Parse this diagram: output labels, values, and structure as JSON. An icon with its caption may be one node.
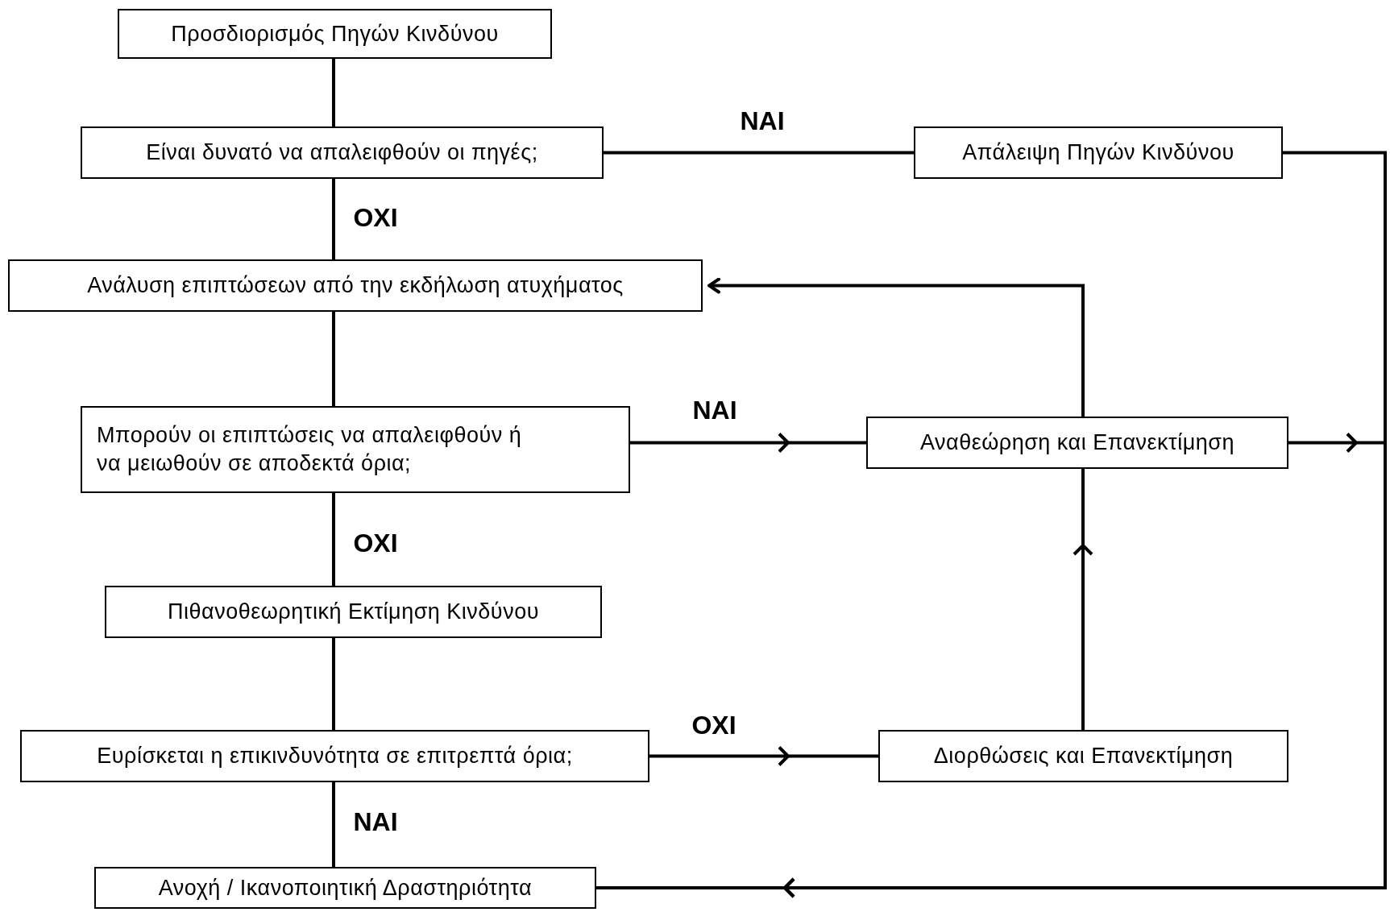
{
  "diagram": {
    "nodes": [
      {
        "text": [
          "Προσδιορισμός Πηγών Κινδύνου"
        ]
      },
      {
        "text": [
          "Είναι δυνατό να απαλειφθούν οι πηγές;"
        ]
      },
      {
        "text": [
          "Απάλειψη Πηγών Κινδύνου"
        ]
      },
      {
        "text": [
          "Ανάλυση επιπτώσεων από την εκδήλωση ατυχήματος"
        ]
      },
      {
        "text": [
          "Μπορούν οι επιπτώσεις να απαλειφθούν ή να μειωθούν σε αποδεκτά όρια;"
        ]
      },
      {
        "text": [
          "Αναθεώρηση και Επανεκτίμηση"
        ]
      },
      {
        "text": [
          "Πιθανοθεωρητική Εκτίμηση Κινδύνου"
        ]
      },
      {
        "text": [
          "Ευρίσκεται η επικινδυνότητα σε επιτρεπτά όρια;"
        ]
      },
      {
        "text": [
          "Διορθώσεις  και Επανεκτίμηση"
        ]
      },
      {
        "text": [
          "Ανοχή / Ικανοποιητική Δραστηριότητα"
        ]
      }
    ],
    "edges": [
      {
        "from": 0,
        "to": 1,
        "arrow": "none"
      },
      {
        "from": 1,
        "to": 2,
        "arrow": "none",
        "label": "NAI"
      },
      {
        "from": 1,
        "to": 3,
        "arrow": "none",
        "label": "OXI"
      },
      {
        "from": 3,
        "to": 4,
        "arrow": "none"
      },
      {
        "from": 4,
        "to": 5,
        "arrow": "to",
        "label": "NAI"
      },
      {
        "from": 4,
        "to": 6,
        "arrow": "none",
        "label": "OXI"
      },
      {
        "from": 6,
        "to": 7,
        "arrow": "none"
      },
      {
        "from": 7,
        "to": 8,
        "arrow": "to",
        "label": "OXI"
      },
      {
        "from": 7,
        "to": 9,
        "arrow": "none",
        "label": "NAI"
      },
      {
        "from": 8,
        "to": 5,
        "arrow": "to"
      },
      {
        "from": 5,
        "to": 3,
        "arrow": "to"
      },
      {
        "from": 2,
        "to": 9,
        "arrow": "to"
      },
      {
        "from": 5,
        "to": 9,
        "arrow": "to"
      }
    ]
  }
}
